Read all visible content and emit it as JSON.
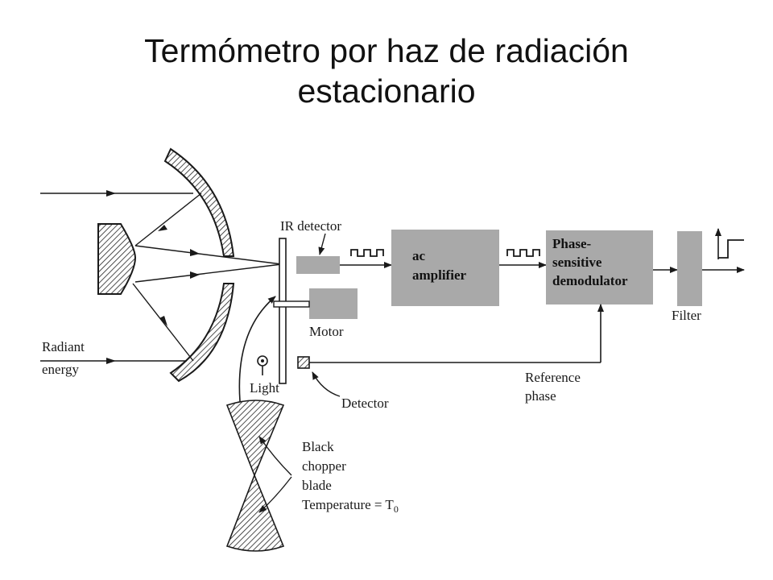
{
  "title": {
    "line1": "Termómetro por haz de radiación",
    "line2": "estacionario"
  },
  "labels": {
    "radiant": "Radiant",
    "energy": "energy",
    "ir_detector": "IR detector",
    "motor": "Motor",
    "light": "Light",
    "detector": "Detector",
    "reference": "Reference",
    "phase": "phase",
    "filter": "Filter",
    "black": "Black",
    "chopper": "chopper",
    "blade": "blade",
    "temperature": "Temperature = T",
    "temperature_sub": "0"
  },
  "blocks": {
    "ac_line1": "ac",
    "ac_line2": "amplifier",
    "psd_line1": "Phase-",
    "psd_line2": "sensitive",
    "psd_line3": "demodulator"
  },
  "colors": {
    "block_fill": "#a9a9a9",
    "line": "#1a1a1a",
    "background": "#ffffff"
  }
}
